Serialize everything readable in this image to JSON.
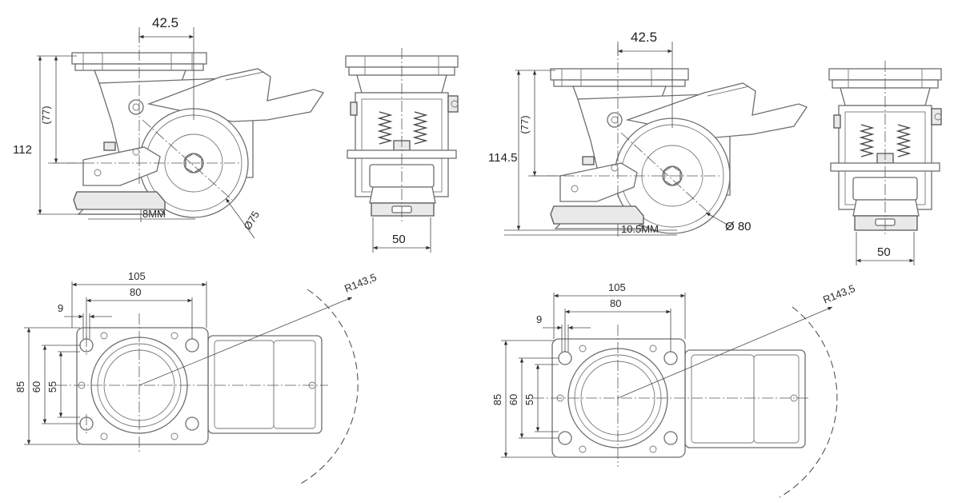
{
  "left_set": {
    "side_view": {
      "offset": "42.5",
      "bracket_height": "(77)",
      "total_height": "112",
      "clearance": "8MM",
      "wheel_diameter": "Ø75"
    },
    "front_view": {
      "width": "50"
    },
    "top_view": {
      "plate_length": "105",
      "hole_spacing_x": "80",
      "hole_diameter": "9",
      "plate_width": "85",
      "hole_spacing_y_outer": "60",
      "hole_spacing_y_inner": "55",
      "swivel_radius": "R143,5"
    }
  },
  "right_set": {
    "side_view": {
      "offset": "42.5",
      "bracket_height": "(77)",
      "total_height": "114.5",
      "clearance": "10.5MM",
      "wheel_diameter": "Ø 80"
    },
    "front_view": {
      "width": "50"
    },
    "top_view": {
      "plate_length": "105",
      "hole_spacing_x": "80",
      "hole_diameter": "9",
      "plate_width": "85",
      "hole_spacing_y_outer": "60",
      "hole_spacing_y_inner": "55",
      "swivel_radius": "R143,5"
    }
  }
}
